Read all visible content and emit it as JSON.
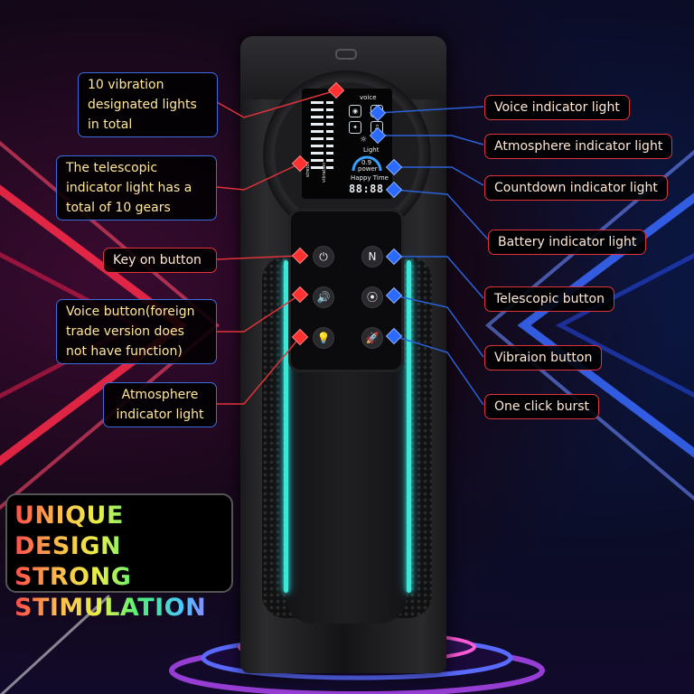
{
  "device_panel": {
    "lcd": {
      "voice_text": "voice",
      "light_text": "Light",
      "power_value": "0.9",
      "power_text": "power",
      "happy_time_text": "Happy Time",
      "time_value": "88:88",
      "stretch_text": "stretch",
      "vibration_text": "vibration"
    },
    "buttons": [
      {
        "name": "power",
        "icon": "power-icon",
        "glyph": "⏻"
      },
      {
        "name": "telescopic",
        "icon": "telescopic-icon",
        "glyph": "N"
      },
      {
        "name": "voice",
        "icon": "speaker-icon",
        "glyph": "🔊"
      },
      {
        "name": "vibration",
        "icon": "vibration-icon",
        "glyph": "⦿"
      },
      {
        "name": "atmosphere",
        "icon": "bulb-icon",
        "glyph": "💡"
      },
      {
        "name": "burst",
        "icon": "rocket-icon",
        "glyph": "🚀"
      }
    ]
  },
  "callouts_left": [
    {
      "text": "10 vibration designated lights in total"
    },
    {
      "text": "The telescopic indicator light has a total of 10 gears"
    },
    {
      "text": "Key on button"
    },
    {
      "text": "Voice button(foreign trade version does not have function)"
    },
    {
      "text": "Atmosphere indicator light"
    }
  ],
  "callouts_right": [
    {
      "text": "Voice indicator light"
    },
    {
      "text": "Atmosphere indicator light"
    },
    {
      "text": "Countdown indicator light"
    },
    {
      "text": "Battery indicator light"
    },
    {
      "text": "Telescopic button"
    },
    {
      "text": "Vibraion button"
    },
    {
      "text": "One click burst"
    }
  ],
  "hero": {
    "line1": "UNIQUE DESIGN",
    "line2": "STRONG",
    "line3": "STIMULATION"
  },
  "colors": {
    "left_callout_border": "#e0333a",
    "right_callout_border": "#3c6de0",
    "label_text": "#ffe89a",
    "accent_glow": "#3fe6d8"
  }
}
